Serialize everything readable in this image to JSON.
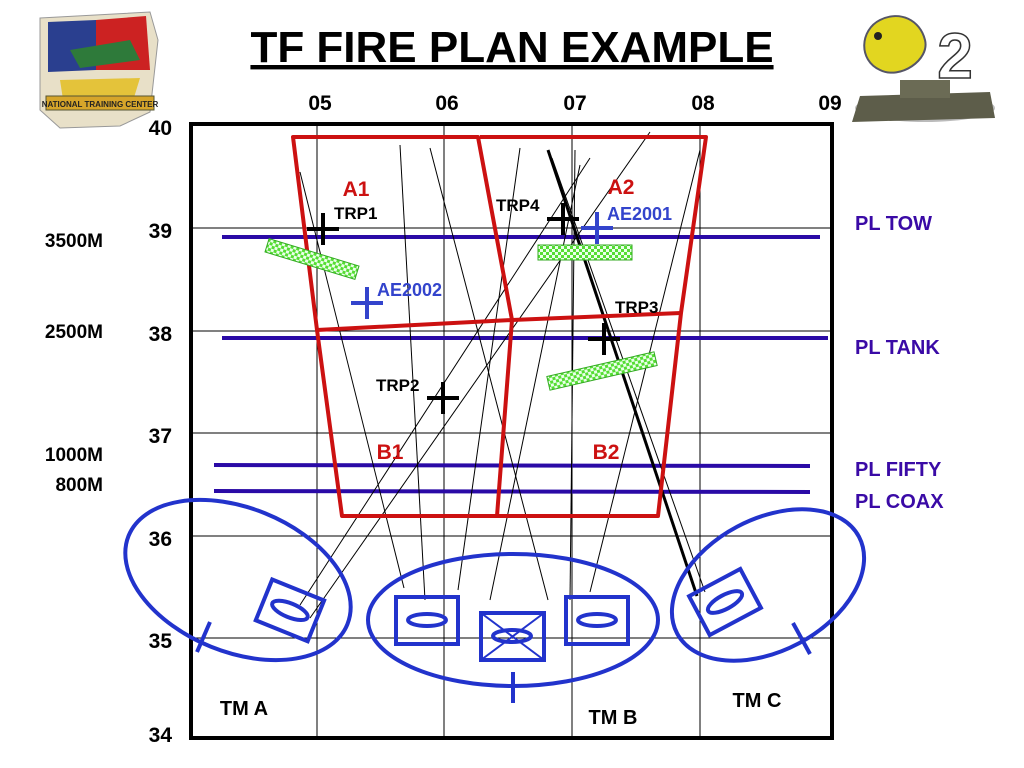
{
  "slide": {
    "title": "TF FIRE PLAN EXAMPLE"
  },
  "logos": {
    "left": {
      "icon": "national-training-center-patch",
      "text": "NATIONAL TRAINING CENTER"
    },
    "right": {
      "icon": "cobra-tank-emblem",
      "numeral": "2"
    }
  },
  "grid": {
    "eastings": [
      "05",
      "06",
      "07",
      "08",
      "09"
    ],
    "northings": [
      "40",
      "39",
      "38",
      "37",
      "36",
      "35",
      "34"
    ]
  },
  "ranges": {
    "r3500": "3500M",
    "r2500": "2500M",
    "r1000": "1000M",
    "r800": "800M"
  },
  "phase_lines": {
    "tow": "PL TOW",
    "tank": "PL TANK",
    "fifty": "PL FIFTY",
    "coax": "PL COAX"
  },
  "sectors": {
    "a1": "A1",
    "a2": "A2",
    "b1": "B1",
    "b2": "B2"
  },
  "trps": {
    "trp1": "TRP1",
    "trp2": "TRP2",
    "trp3": "TRP3",
    "trp4": "TRP4"
  },
  "engagement_areas": {
    "ae2001": "AE2001",
    "ae2002": "AE2002"
  },
  "teams": {
    "tma": "TM A",
    "tmb": "TM B",
    "tmc": "TM C"
  },
  "colors": {
    "sector_red": "#cc1111",
    "phase_line": "#2a0aa6",
    "unit_blue": "#2233cc",
    "obstacle_green": "#66ee44",
    "ae_blue": "#3344cc",
    "pl_label": "#3a0aa6"
  }
}
